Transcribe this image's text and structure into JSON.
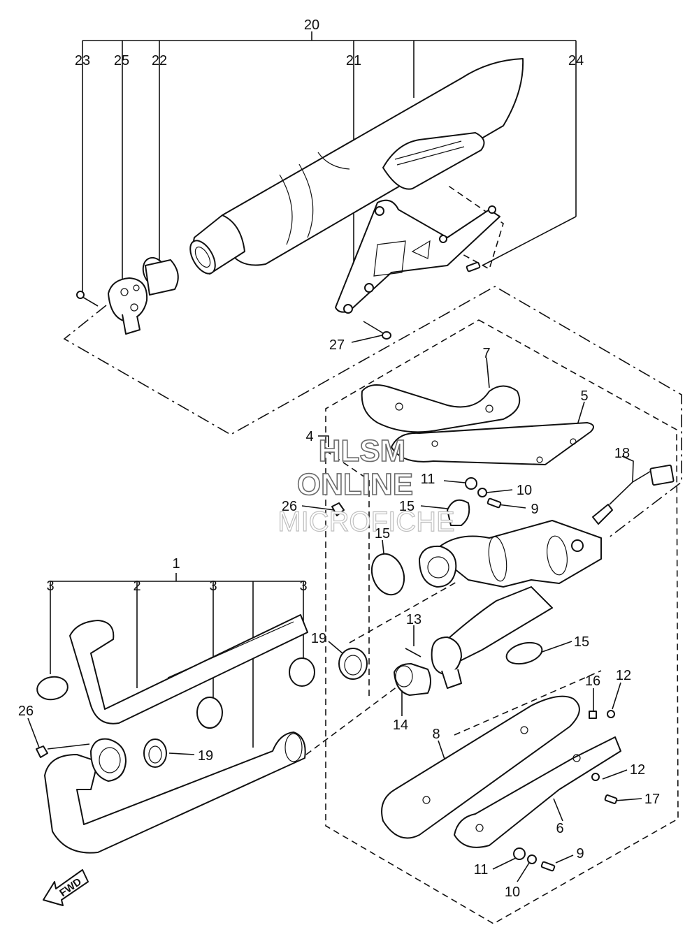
{
  "labels": {
    "l1": "1",
    "l2": "2",
    "l3a": "3",
    "l3b": "3",
    "l3c": "3",
    "l4": "4",
    "l5": "5",
    "l6": "6",
    "l7": "7",
    "l8": "8",
    "l9a": "9",
    "l9b": "9",
    "l10a": "10",
    "l10b": "10",
    "l11a": "11",
    "l11b": "11",
    "l12a": "12",
    "l12b": "12",
    "l13": "13",
    "l14": "14",
    "l15a": "15",
    "l15b": "15",
    "l15c": "15",
    "l16": "16",
    "l17": "17",
    "l18": "18",
    "l19a": "19",
    "l19b": "19",
    "l20": "20",
    "l21": "21",
    "l22": "22",
    "l23": "23",
    "l24": "24",
    "l25": "25",
    "l26a": "26",
    "l26b": "26",
    "l27": "27"
  },
  "watermark": {
    "line1": "HLSM",
    "line2": "ONLINE",
    "line3": "MICROFICHE"
  },
  "fwd_arrow": {
    "text": "FWD"
  }
}
